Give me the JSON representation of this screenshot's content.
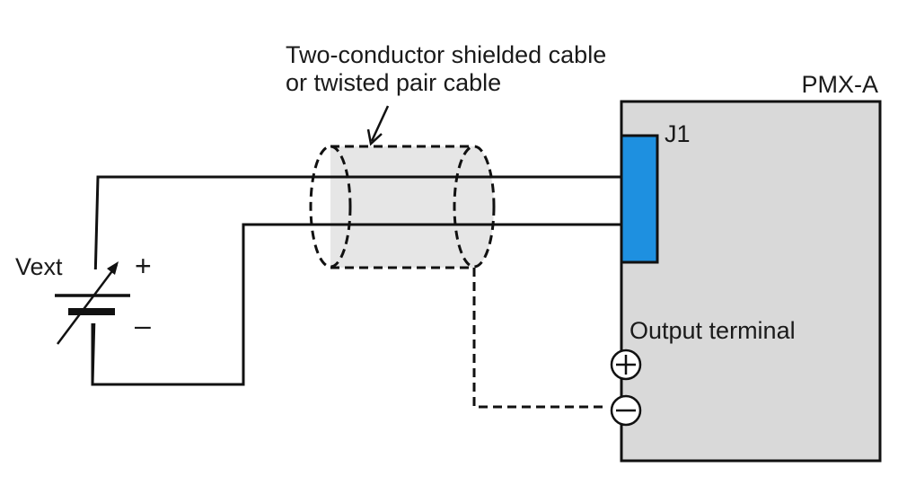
{
  "labels": {
    "cable_line1": "Two-conductor shielded cable",
    "cable_line2": "or twisted pair cable",
    "device": "PMX-A",
    "connector": "J1",
    "source": "Vext",
    "plus": "+",
    "minus": "–",
    "output_terminal": "Output terminal"
  },
  "components": {
    "device_box": {
      "name": "PMX-A",
      "color": "#d9d9d9"
    },
    "connector_j1": {
      "name": "J1",
      "color": "#1e90e0"
    },
    "cable_shield": {
      "color": "#e6e6e6",
      "style": "dashed"
    },
    "terminal_plus_icon": "plus-circle-icon",
    "terminal_minus_icon": "minus-circle-icon"
  }
}
